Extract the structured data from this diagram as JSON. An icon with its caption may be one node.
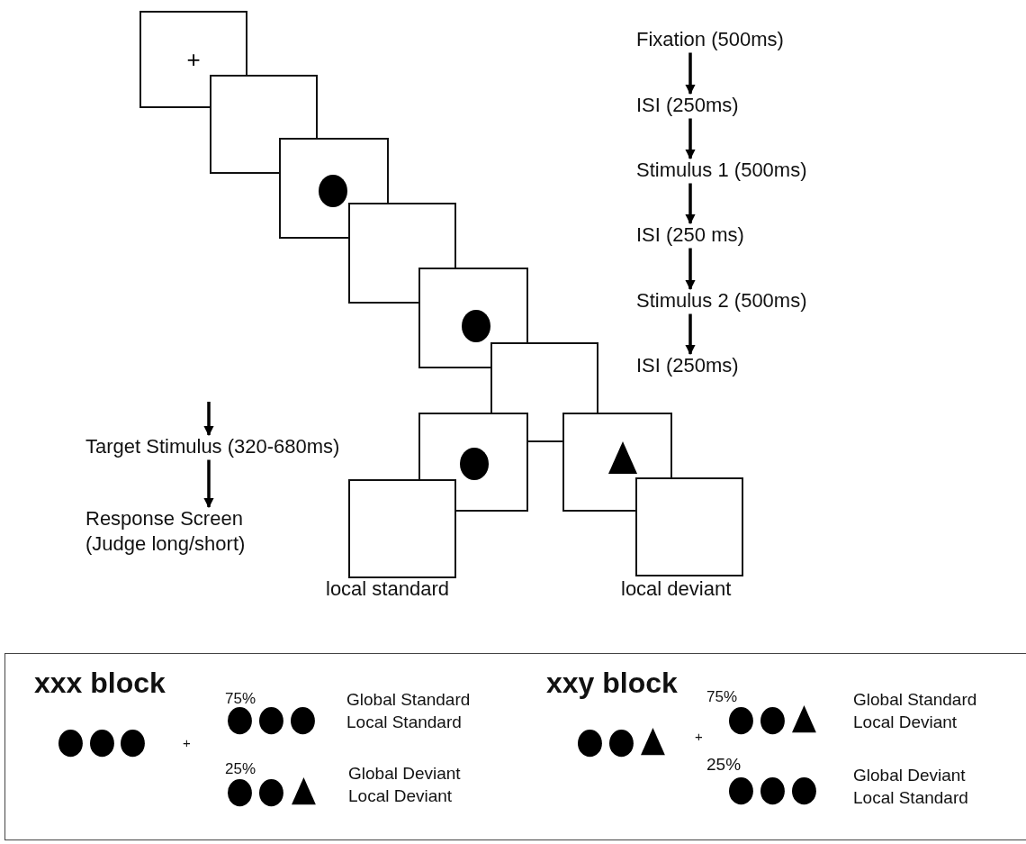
{
  "diagram": {
    "nodes": [
      {
        "text": [
          "Fixation (500ms)"
        ]
      },
      {
        "text": [
          "ISI (250ms)"
        ]
      },
      {
        "text": [
          "Stimulus 1 (500ms)"
        ]
      },
      {
        "text": [
          "ISI (250 ms)"
        ]
      },
      {
        "text": [
          "Stimulus 2 (500ms)"
        ]
      },
      {
        "text": [
          "ISI (250ms)"
        ]
      },
      {
        "text": [
          "Target Stimulus (320-680ms)"
        ]
      },
      {
        "text": [
          "Response Screen (Judge long/short)"
        ]
      },
      {
        "text": [
          "+"
        ]
      },
      {
        "text": [],
        "shape": "box"
      },
      {
        "text": [],
        "shape": "box"
      },
      {
        "text": [],
        "shape": "box"
      },
      {
        "text": [],
        "shape": "box"
      },
      {
        "text": [],
        "shape": "box"
      },
      {
        "text": [],
        "shape": "box"
      },
      {
        "text": [],
        "shape": "box"
      },
      {
        "text": [],
        "shape": "box",
        "beside": [
          "local standard"
        ]
      },
      {
        "text": [],
        "shape": "box",
        "beside": [
          "local deviant"
        ]
      }
    ],
    "edges": [
      {
        "from": 0,
        "to": 1,
        "arrow": "to"
      },
      {
        "from": 1,
        "to": 2,
        "arrow": "to"
      },
      {
        "from": 2,
        "to": 3,
        "arrow": "to"
      },
      {
        "from": 3,
        "to": 4,
        "arrow": "to"
      },
      {
        "from": 4,
        "to": 5,
        "arrow": "to"
      },
      {
        "from": null,
        "to": 6,
        "arrow": "to"
      },
      {
        "from": 6,
        "to": 7,
        "arrow": "to"
      }
    ],
    "labels": [
      "xxx block",
      "75%",
      "Global Standard Local Standard",
      "+",
      "25%",
      "Global Deviant Local Deviant",
      "xxy block",
      "75%",
      "Global Standard Local Deviant",
      "+",
      "25%",
      "Global Deviant Local Standard"
    ]
  }
}
